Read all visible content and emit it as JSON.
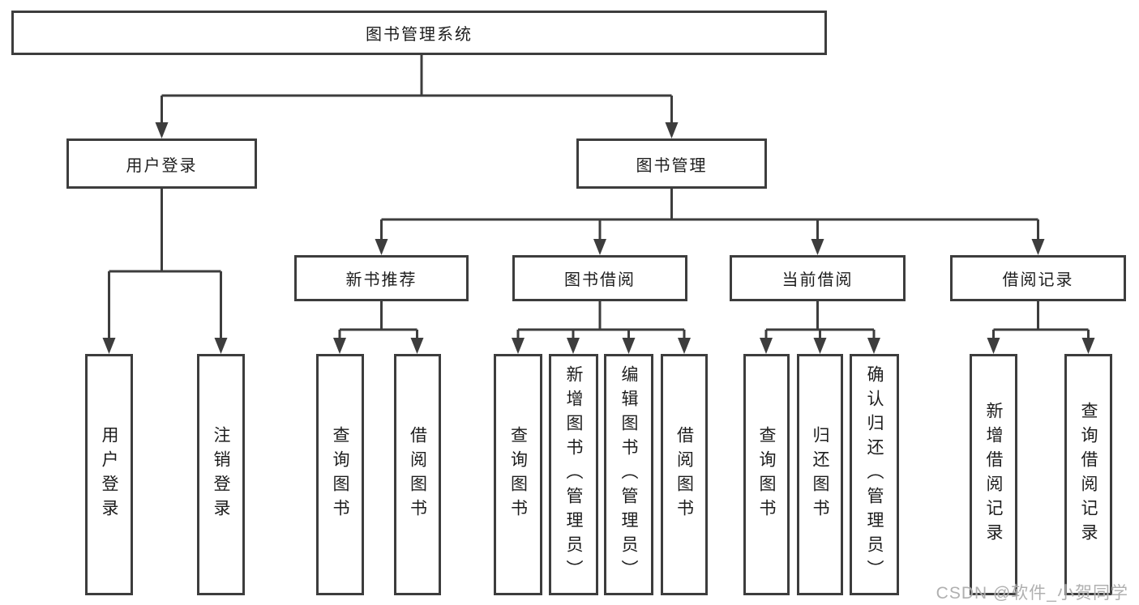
{
  "diagram": {
    "root": {
      "label": "图书管理系统"
    },
    "level2": [
      {
        "label": "用户登录",
        "children": [
          {
            "label": "用户登录"
          },
          {
            "label": "注销登录"
          }
        ]
      },
      {
        "label": "图书管理",
        "modules": [
          {
            "label": "新书推荐",
            "children": [
              {
                "label": "查询图书"
              },
              {
                "label": "借阅图书"
              }
            ]
          },
          {
            "label": "图书借阅",
            "children": [
              {
                "label": "查询图书"
              },
              {
                "label": "新增图书（管理员）"
              },
              {
                "label": "编辑图书（管理员）"
              },
              {
                "label": "借阅图书"
              }
            ]
          },
          {
            "label": "当前借阅",
            "children": [
              {
                "label": "查询图书"
              },
              {
                "label": "归还图书"
              },
              {
                "label": "确认归还（管理员）"
              }
            ]
          },
          {
            "label": "借阅记录",
            "children": [
              {
                "label": "新增借阅记录"
              },
              {
                "label": "查询借阅记录"
              }
            ]
          }
        ]
      }
    ]
  },
  "watermark": {
    "text": "CSDN @软件_小贺同学"
  },
  "colors": {
    "line": "#3d3d3d",
    "box_border": "#3d3d3d",
    "text": "#1d1d1d",
    "watermark": "#aaaaaa",
    "background": "#ffffff"
  }
}
